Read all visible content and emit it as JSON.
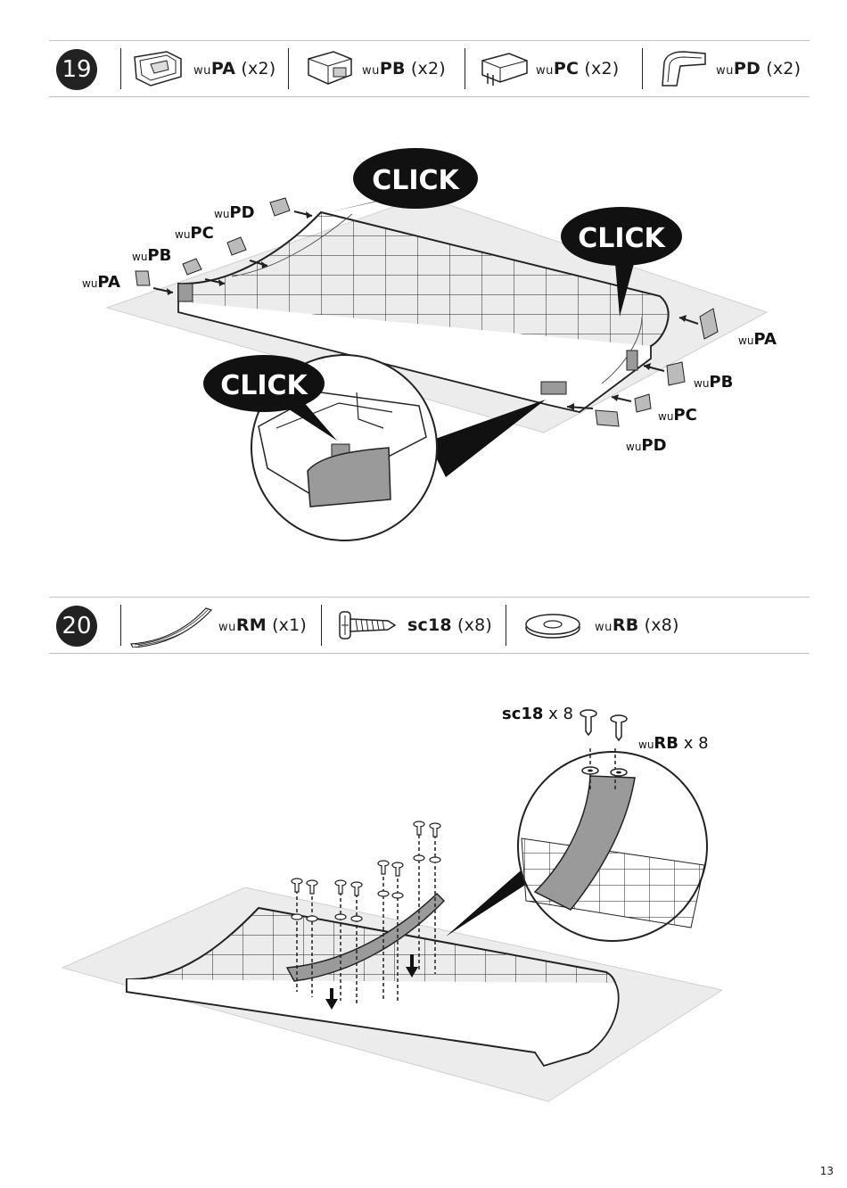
{
  "page": {
    "number": "13"
  },
  "steps": [
    {
      "number": "19",
      "parts": [
        {
          "prefix": "wu",
          "code": "PA",
          "qty": " (x2)"
        },
        {
          "prefix": "wu",
          "code": "PB",
          "qty": " (x2)"
        },
        {
          "prefix": "wu",
          "code": "PC",
          "qty": " (x2)"
        },
        {
          "prefix": "wu",
          "code": "PD",
          "qty": " (x2)"
        }
      ],
      "diagram": {
        "callouts": [
          "CLICK",
          "CLICK",
          "CLICK"
        ],
        "left_labels": [
          {
            "prefix": "wu",
            "code": "PD"
          },
          {
            "prefix": "wu",
            "code": "PC"
          },
          {
            "prefix": "wu",
            "code": "PB"
          },
          {
            "prefix": "wu",
            "code": "PA"
          }
        ],
        "right_labels": [
          {
            "prefix": "wu",
            "code": "PA"
          },
          {
            "prefix": "wu",
            "code": "PB"
          },
          {
            "prefix": "wu",
            "code": "PC"
          },
          {
            "prefix": "wu",
            "code": "PD"
          }
        ]
      }
    },
    {
      "number": "20",
      "parts": [
        {
          "prefix": "wu",
          "code": "RM",
          "qty": " (x1)"
        },
        {
          "prefix": "",
          "code": "sc18",
          "qty": " (x8)"
        },
        {
          "prefix": "wu",
          "code": "RB",
          "qty": " (x8)"
        }
      ],
      "diagram": {
        "screw_label": {
          "code": "sc18",
          "qty": " x 8"
        },
        "washer_label": {
          "prefix": "wu",
          "code": "RB",
          "qty": " x 8"
        }
      }
    }
  ]
}
